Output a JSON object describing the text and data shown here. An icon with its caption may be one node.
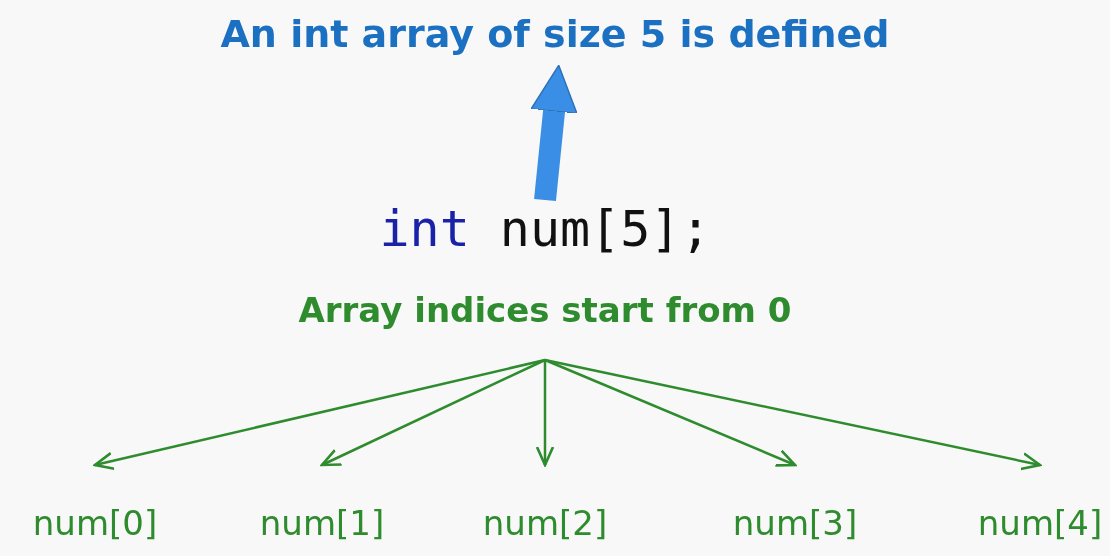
{
  "diagram": {
    "nodes": [
      {
        "text": [
          "An int array of size 5 is defined"
        ]
      },
      {
        "text": [
          "int",
          "num[5];"
        ]
      },
      {
        "text": [
          "Array indices start from 0"
        ]
      },
      {
        "text": [
          "num[0]"
        ]
      },
      {
        "text": [
          "num[1]"
        ]
      },
      {
        "text": [
          "num[2]"
        ]
      },
      {
        "text": [
          "num[3]"
        ]
      },
      {
        "text": [
          "num[4]"
        ]
      }
    ],
    "edges": [
      {
        "from": 1,
        "to": 0,
        "arrow": "to",
        "style": "thick",
        "color": "#3b8ee6"
      },
      {
        "from": 2,
        "to": 3,
        "arrow": "to"
      },
      {
        "from": 2,
        "to": 4,
        "arrow": "to"
      },
      {
        "from": 2,
        "to": 5,
        "arrow": "to"
      },
      {
        "from": 2,
        "to": 6,
        "arrow": "to"
      },
      {
        "from": 2,
        "to": 7,
        "arrow": "to"
      }
    ]
  }
}
